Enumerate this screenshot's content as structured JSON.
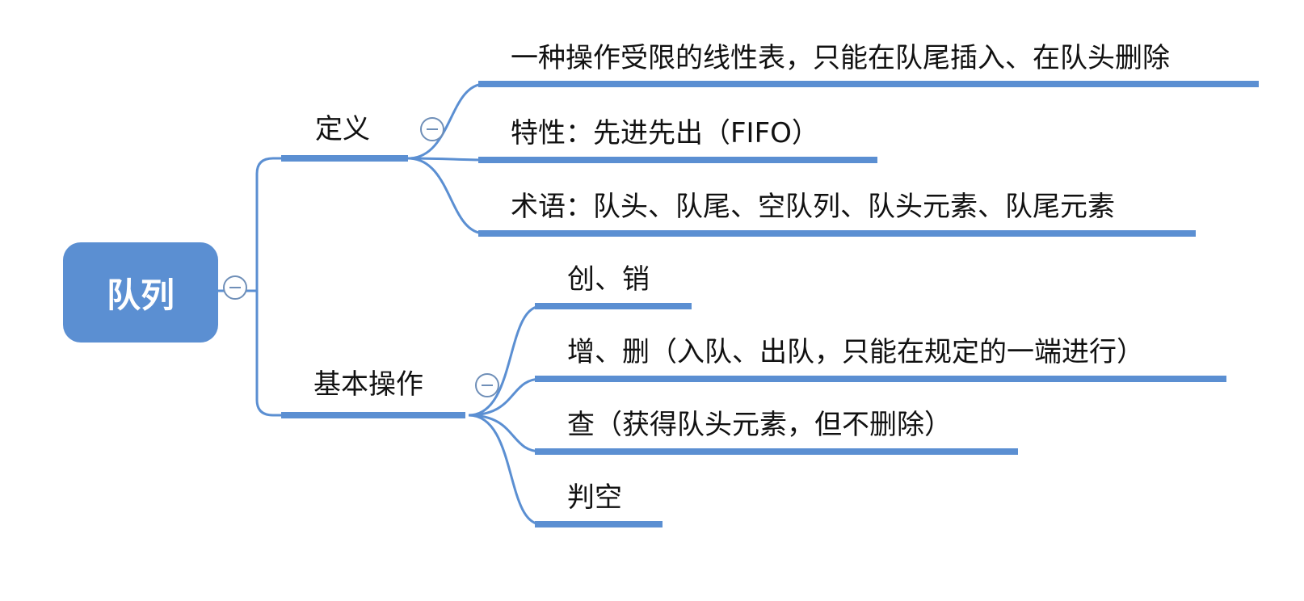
{
  "root": {
    "label": "队列"
  },
  "branches": [
    {
      "label": "定义",
      "children": [
        "一种操作受限的线性表，只能在队尾插入、在队头删除",
        "特性：先进先出（FIFO）",
        "术语：队头、队尾、空队列、队头元素、队尾元素"
      ]
    },
    {
      "label": "基本操作",
      "children": [
        "创、销",
        "增、删（入队、出队，只能在规定的一端进行）",
        "查（获得队头元素，但不删除）",
        "判空"
      ]
    }
  ],
  "colors": {
    "node_fill": "#5b8fd2",
    "line": "#5b8fd2",
    "toggle": "#6f8fb8",
    "text": "#111111"
  },
  "icons": {
    "toggle": "collapse-minus-icon"
  }
}
